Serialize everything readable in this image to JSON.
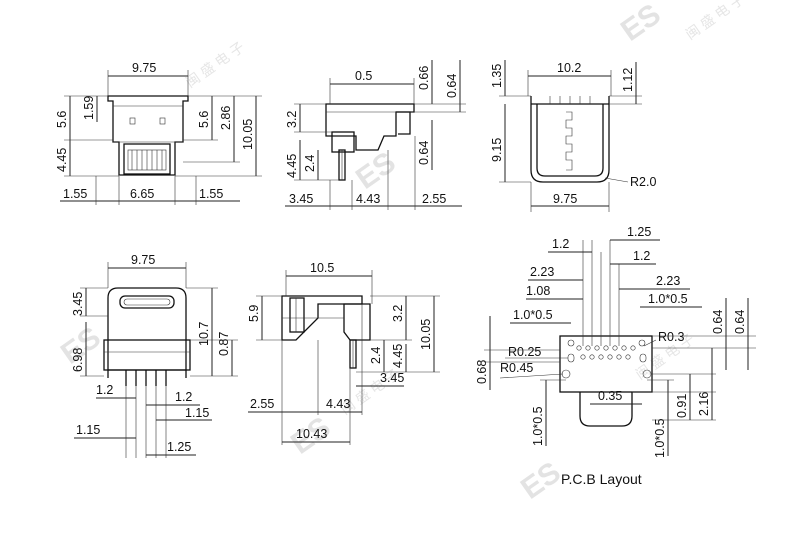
{
  "watermark": {
    "brand": "ES",
    "chars": "闽 盛 电 子"
  },
  "view1": {
    "top": "9.75",
    "left_top": "5.6",
    "left_mid": "1.59",
    "left_bot": "4.45",
    "right_a": "5.6",
    "right_b": "2.86",
    "right_c": "10.05",
    "bot_l": "1.55",
    "bot_m": "6.65",
    "bot_r": "1.55"
  },
  "view2": {
    "top": "0.5",
    "t1": "0.66",
    "t2": "0.64",
    "left_a": "3.2",
    "left_b": "4.45",
    "left_c": "2.4",
    "right_a": "0.64",
    "bot_l": "3.45",
    "bot_m": "4.43",
    "bot_r": "2.55"
  },
  "view3": {
    "left_a": "1.35",
    "left_b": "9.15",
    "top": "10.2",
    "right_a": "1.12",
    "radius": "R2.0",
    "bot": "9.75"
  },
  "view4": {
    "top": "9.75",
    "left_a": "3.45",
    "left_b": "6.98",
    "right_a": "10.7",
    "right_b": "0.87",
    "p1": "1.2",
    "p2": "1.2",
    "p3": "1.15",
    "p4": "1.15",
    "p5": "1.25"
  },
  "view5": {
    "top": "10.5",
    "left_a": "5.9",
    "right_a": "3.2",
    "right_b": "10.05",
    "right_c": "2.4",
    "right_d": "4.45",
    "right_e": "3.45",
    "bot_l": "2.55",
    "bot_m": "4.43",
    "bot_b": "10.43"
  },
  "view6": {
    "d1": "1.25",
    "d2": "1.2",
    "d3": "1.2",
    "d4": "2.23",
    "d5": "2.23",
    "d6": "1.08",
    "d7": "1.0*0.5",
    "d8": "1.0*0.5",
    "d9": "0.64",
    "d10": "0.64",
    "r1": "R0.3",
    "r2": "R0.25",
    "r3": "R0.45",
    "left_v": "0.68",
    "d11": "0.35",
    "v1": "0.91",
    "v2": "2.16",
    "v3": "1.0*0.5",
    "v4": "1.0*0.5",
    "caption": "P.C.B Layout"
  }
}
